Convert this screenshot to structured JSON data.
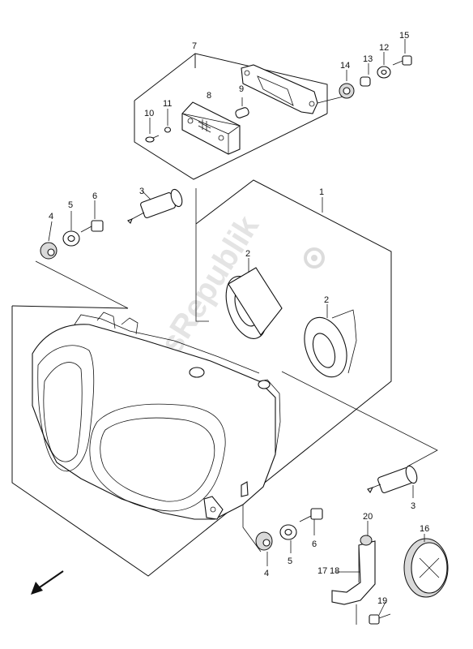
{
  "watermark": {
    "text": "PartsRepublik",
    "logo_icon": "gear-icon"
  },
  "callouts": {
    "p1": "1",
    "p2a": "2",
    "p2b": "2",
    "p3a": "3",
    "p3b": "3",
    "p4a": "4",
    "p4b": "4",
    "p5a": "5",
    "p5b": "5",
    "p6a": "6",
    "p6b": "6",
    "p7": "7",
    "p8": "8",
    "p9": "9",
    "p10": "10",
    "p11": "11",
    "p12": "12",
    "p13": "13",
    "p14": "14",
    "p15": "15",
    "p16": "16",
    "p17": "17",
    "p18": "18",
    "p19": "19",
    "p20": "20"
  },
  "icons": {
    "direction_arrow": "front-direction-arrow-icon"
  }
}
